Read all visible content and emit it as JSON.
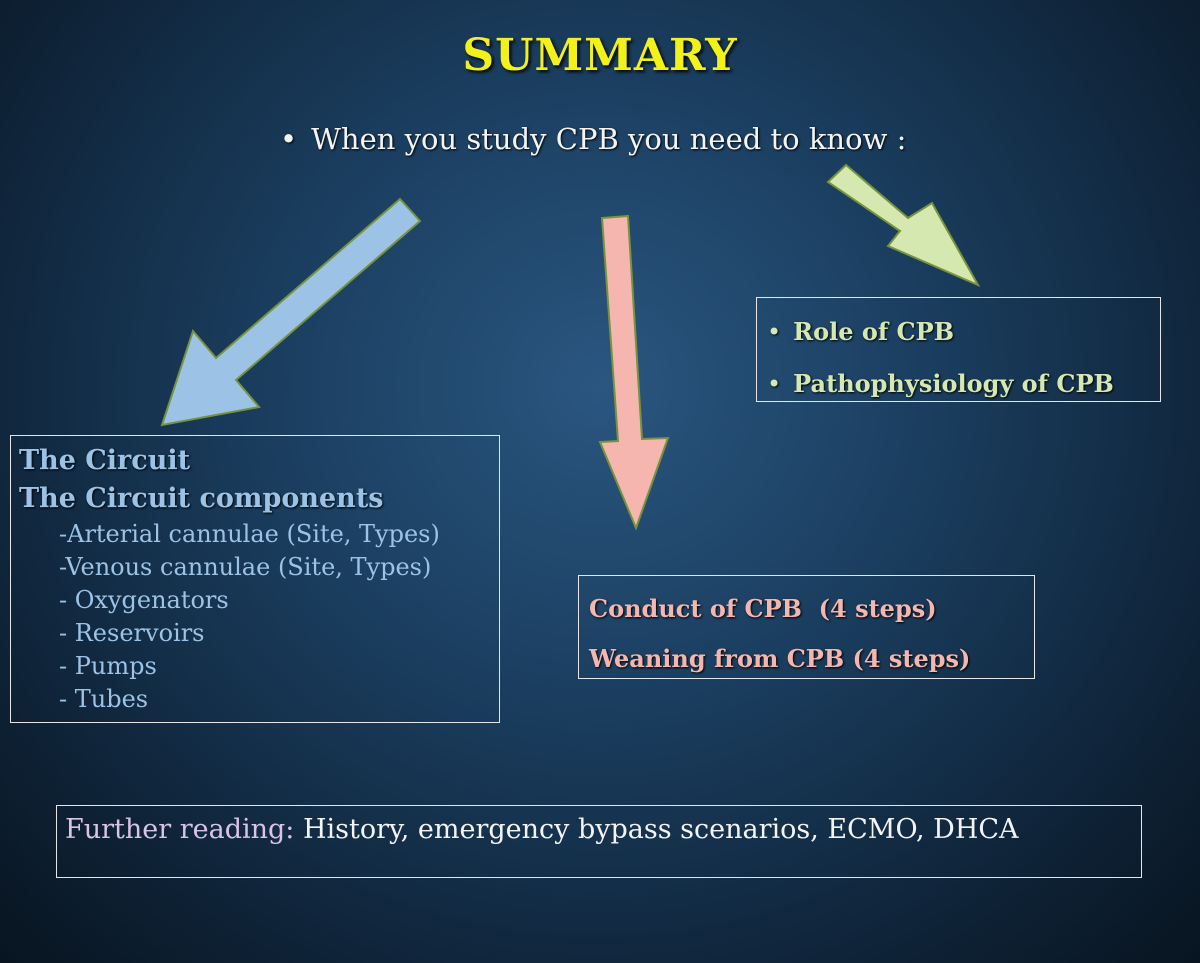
{
  "title": "SUMMARY",
  "intro": {
    "bullet": "•",
    "text": "When you study CPB you need to know :"
  },
  "circuit": {
    "headings": [
      "The Circuit",
      "The Circuit components"
    ],
    "items": [
      "-Arterial cannulae (Site, Types)",
      "-Venous cannulae (Site, Types)",
      "- Oxygenators",
      "- Reservoirs",
      "- Pumps",
      "- Tubes"
    ]
  },
  "role": {
    "bullet": "•",
    "items": [
      "Role of CPB",
      "Pathophysiology of CPB"
    ]
  },
  "conduct": {
    "items": [
      "Conduct of CPB  (4 steps)",
      "Weaning from CPB (4 steps)"
    ]
  },
  "further": {
    "label": "Further reading:",
    "text": " History, emergency bypass scenarios, ECMO, DHCA"
  },
  "colors": {
    "title": "#f2f21a",
    "blue": "#9cc3e6",
    "pink": "#f4b6ae",
    "green": "#d5e8b0",
    "lavender": "#d9c3e6"
  }
}
